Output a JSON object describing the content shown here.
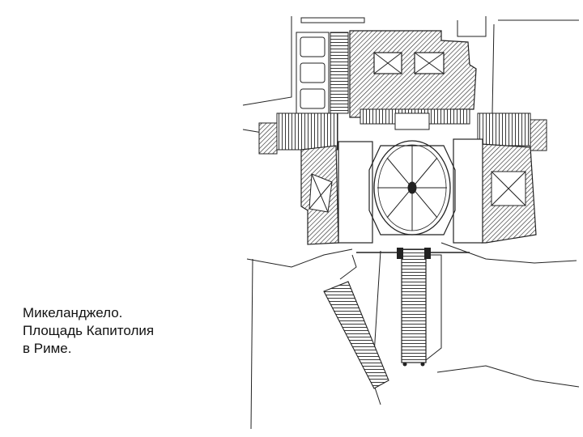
{
  "caption": {
    "line1": "Микеланджело.",
    "line2": "Площадь Капитолия",
    "line3": "в Риме."
  },
  "colors": {
    "ink": "#111111",
    "background": "#ffffff"
  }
}
